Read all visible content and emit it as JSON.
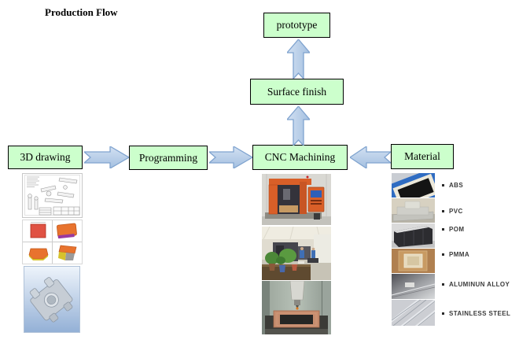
{
  "title": "Production Flow",
  "nodes": {
    "drawing": {
      "label": "3D drawing"
    },
    "programming": {
      "label": "Programming"
    },
    "cnc": {
      "label": "CNC Machining"
    },
    "material": {
      "label": "Material"
    },
    "surface": {
      "label": "Surface finish"
    },
    "prototype": {
      "label": "prototype"
    }
  },
  "materials": [
    "ABS",
    "PVC",
    "POM",
    "PMMA",
    "ALUMINUN ALLOY",
    "STAINLESS STEEL"
  ],
  "images": {
    "drawing_column": [
      "technical-drawing",
      "cad-color-renders",
      "3d-cad-model"
    ],
    "cnc_column": [
      "cnc-machine-photo",
      "workshop-photo",
      "cnc-milling-photo"
    ],
    "material_column": [
      "abs-sample-photo",
      "pvc-sample-photo",
      "pom-sample-photo",
      "pmma-sample-photo",
      "aluminum-alloy-sample-photo",
      "stainless-steel-sample-photo"
    ]
  },
  "colors": {
    "node_fill": "#ccffcc",
    "node_border": "#000000",
    "arrow_fill_light": "#d3e1f2",
    "arrow_fill_dark": "#a3bfe0",
    "arrow_border": "#7fa3cf"
  }
}
